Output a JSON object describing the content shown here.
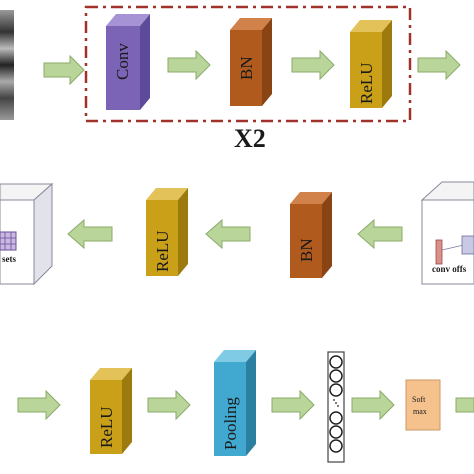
{
  "diagram": {
    "row1": {
      "blocks": [
        {
          "label": "Conv",
          "color": "#7b63b5"
        },
        {
          "label": "BN",
          "color": "#b15a1e"
        },
        {
          "label": "ReLU",
          "color": "#c9a017"
        }
      ],
      "repeat_label": "X2",
      "group_border_color": "#a0322a"
    },
    "row2": {
      "blocks": [
        {
          "label": "BN",
          "color": "#b15a1e"
        },
        {
          "label": "ReLU",
          "color": "#c9a017"
        }
      ],
      "right_cube_label": "conv offs",
      "left_cube_label": "sets"
    },
    "row3": {
      "blocks": [
        {
          "label": "ReLU",
          "color": "#c9a017"
        },
        {
          "label": "Pooling",
          "color": "#41a9cf"
        }
      ],
      "softmax": {
        "line1": "Soft",
        "line2": "max",
        "color": "#f5c28e"
      }
    },
    "arrow_color": "#b9d59a"
  }
}
